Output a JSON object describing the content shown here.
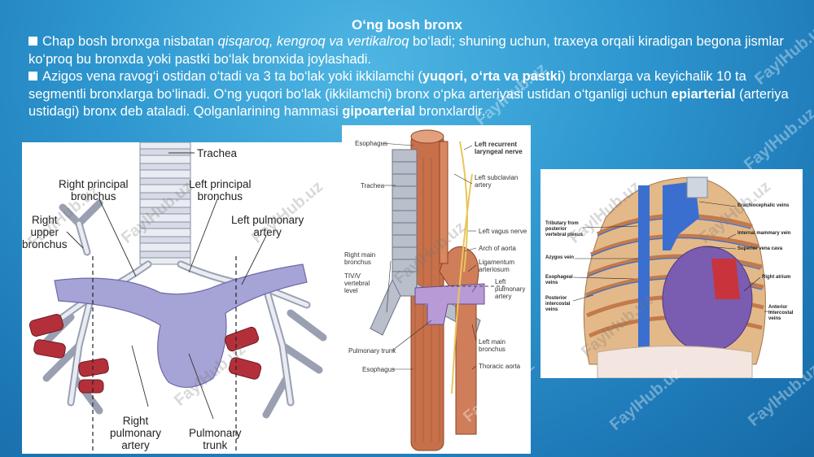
{
  "slide": {
    "title": "O‘ng bosh bronx",
    "p1_a": "Chap bosh bronxga nisbatan ",
    "p1_em": "qisqaroq, kengroq va vertikalroq",
    "p1_b": " bo‘ladi; shuning uchun, traxeya orqali kiradigan begona jismlar ko‘proq bu bronxda yoki pastki bo‘lak bronxida joylashadi.",
    "p2_a": "Azigos vena ravog‘i ostidan o‘tadi va 3 ta bo‘lak yoki ikkilamchi (",
    "p2_strong": "yuqori, o‘rta va pastki",
    "p2_b": ") bronxlarga va keyichalik 10 ta segmentli bronxlarga bo‘linadi. O‘ng yuqori bo‘lak (ikkilamchi) bronx o‘pka arteriyasi ustidan o‘tganligi uchun ",
    "p2_strong2": "epiarterial",
    "p2_c": " (arteriya ustidagi) bronx deb ataladi. Qolganlarining hammasi ",
    "p2_strong3": "gipoarterial",
    "p2_d": " bronxlardir."
  },
  "figure1": {
    "trachea": "Trachea",
    "right_principal": "Right principal\nbronchus",
    "left_principal": "Left principal\nbronchus",
    "left_pulmonary": "Left pulmonary\nartery",
    "right_upper": "Right\nupper\nbronchus",
    "right_pulmonary": "Right\npulmonary\nartery",
    "pulmonary_trunk": "Pulmonary\ntrunk"
  },
  "figure2": {
    "esophagus_top": "Esophagus",
    "left_recurrent": "Left recurrent\nlaryngeal nerve",
    "trachea": "Trachea",
    "left_subclavian": "Left subclavian\nartery",
    "left_vagus": "Left vagus nerve",
    "arch_aorta": "Arch of aorta",
    "right_main": "Right main\nbronchus",
    "ligamentum": "Ligamentum\narteriosum",
    "tiv": "TIV/V\nvertebral\nlevel",
    "left_pulmonary": "Left\npulmonary\nartery",
    "left_main": "Left main\nbronchus",
    "pulmonary_trunk": "Pulmonary trunk",
    "thoracic_aorta": "Thoracic aorta",
    "esophagus_bottom": "Esophagus"
  },
  "figure3": {
    "brachiocephalic": "Brachiocephalic veins",
    "tributary": "Tributary from\nposterior\nvertebral plexus",
    "internal_mammary": "Internal mammary vein",
    "azygos": "Azygos vein",
    "svc": "Superior vena cava",
    "esophageal": "Esophageal\nveins",
    "right_atrium": "Right atrium",
    "posterior_ic": "Posterior\nintercostal\nveins",
    "anterior_ic": "Anterior\nintercostal\nveins"
  },
  "watermark": "FaylHub.uz",
  "colors": {
    "background": "#2f98d0",
    "text": "#ffffff",
    "vessel": "#a6a3d6",
    "artery_red": "#b3303b"
  }
}
